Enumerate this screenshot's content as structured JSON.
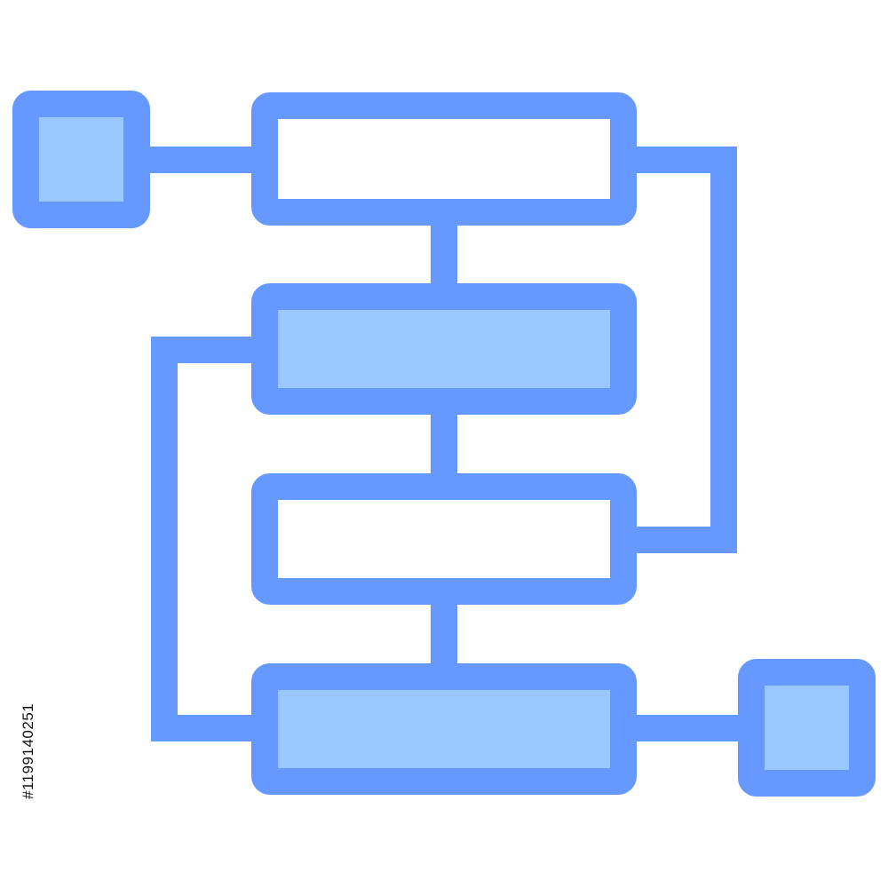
{
  "icon": {
    "name": "flowchart-icon",
    "stroke_color": "#6699ff",
    "fill_color": "#99c7ff",
    "background": "#ffffff"
  },
  "nodes": [
    {
      "id": "start-square",
      "filled": true
    },
    {
      "id": "process-box-1",
      "filled": false
    },
    {
      "id": "process-box-2",
      "filled": true
    },
    {
      "id": "process-box-3",
      "filled": false
    },
    {
      "id": "process-box-4",
      "filled": true
    },
    {
      "id": "end-square",
      "filled": true
    }
  ],
  "watermark": {
    "stock_id": "#1199140251"
  }
}
